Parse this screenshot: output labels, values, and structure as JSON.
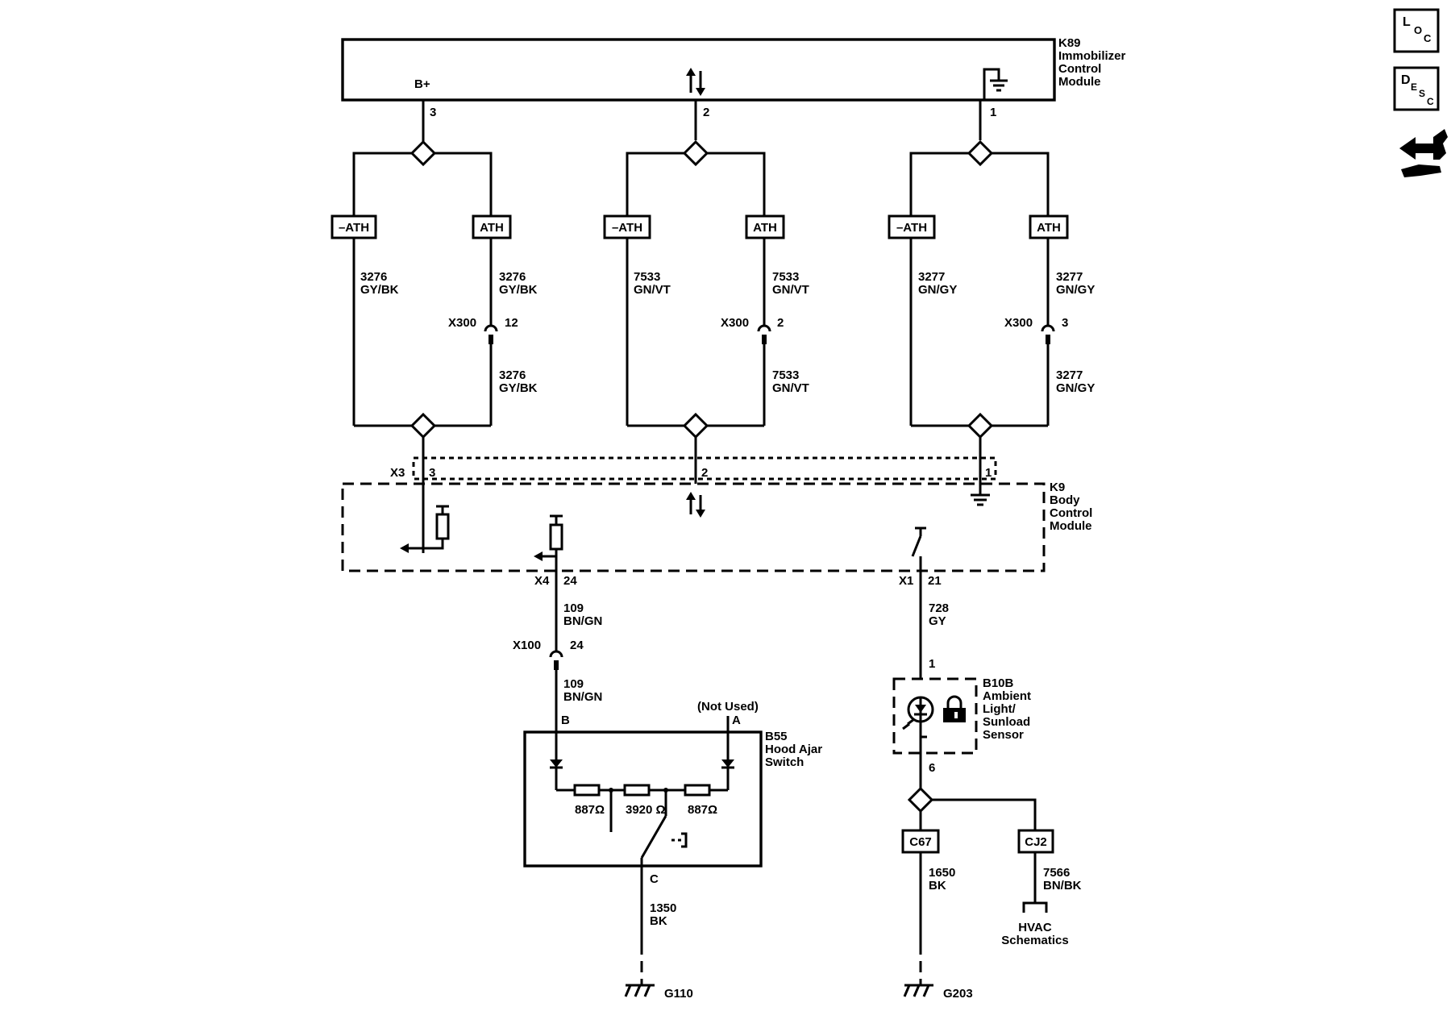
{
  "modules": {
    "k89": {
      "ref": "K89",
      "line1": "Immobilizer",
      "line2": "Control",
      "line3": "Module"
    },
    "k9": {
      "ref": "K9",
      "line1": "Body",
      "line2": "Control",
      "line3": "Module"
    }
  },
  "k89_pins": {
    "bplus": "B+",
    "p3": "3",
    "p2": "2",
    "p1": "1"
  },
  "circuits": {
    "c1_left_num": "3276",
    "c1_left_color": "GY/BK",
    "c1_right_num": "3276",
    "c1_right_color": "GY/BK",
    "c1_low_num": "3276",
    "c1_low_color": "GY/BK",
    "c2_left_num": "7533",
    "c2_left_color": "GN/VT",
    "c2_right_num": "7533",
    "c2_right_color": "GN/VT",
    "c2_low_num": "7533",
    "c2_low_color": "GN/VT",
    "c3_left_num": "3277",
    "c3_left_color": "GN/GY",
    "c3_right_num": "3277",
    "c3_right_color": "GN/GY",
    "c3_low_num": "3277",
    "c3_low_color": "GN/GY",
    "w109a_num": "109",
    "w109a_color": "BN/GN",
    "w109b_num": "109",
    "w109b_color": "BN/GN",
    "w728_num": "728",
    "w728_color": "GY",
    "w1350_num": "1350",
    "w1350_color": "BK",
    "w1650_num": "1650",
    "w1650_color": "BK",
    "w7566_num": "7566",
    "w7566_color": "BN/BK"
  },
  "options": {
    "neg_ath": "–ATH",
    "ath": "ATH",
    "c67": "C67",
    "cj2": "CJ2"
  },
  "connectors": {
    "x300": "X300",
    "x300_p12": "12",
    "x300_p2": "2",
    "x300_p3": "3",
    "x3": "X3",
    "x3_p3": "3",
    "x3_p2": "2",
    "x3_p1": "1",
    "x4": "X4",
    "x4_p24": "24",
    "x1": "X1",
    "x1_p21": "21",
    "x100": "X100",
    "x100_p24": "24"
  },
  "b55": {
    "ref": "B55",
    "line1": "Hood Ajar",
    "line2": "Switch",
    "pin_b": "B",
    "pin_a": "A",
    "pin_c": "C",
    "not_used": "(Not Used)",
    "r1": "887Ω",
    "r2": "3920 Ω",
    "r3": "887Ω"
  },
  "b10b": {
    "ref": "B10B",
    "line1": "Ambient",
    "line2": "Light/",
    "line3": "Sunload",
    "line4": "Sensor",
    "pin1": "1",
    "pin6": "6"
  },
  "grounds": {
    "g110": "G110",
    "g203": "G203"
  },
  "hvac": {
    "line1": "HVAC",
    "line2": "Schematics"
  },
  "side_icons": {
    "loc": [
      "L",
      "O",
      "C"
    ],
    "desc": [
      "D",
      "E",
      "S",
      "C"
    ]
  }
}
